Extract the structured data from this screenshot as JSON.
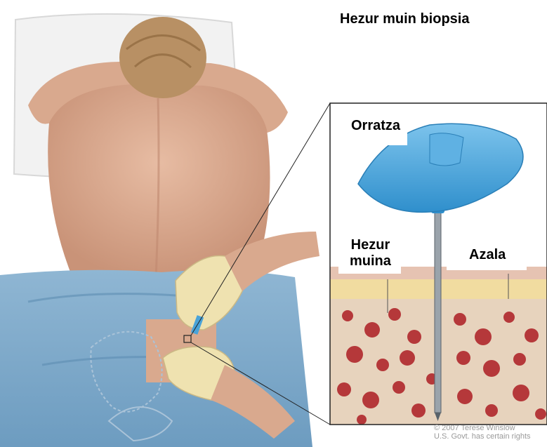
{
  "title": "Hezur muin biopsia",
  "labels": {
    "needle": "Orratza",
    "marrow_line1": "Hezur",
    "marrow_line2": "muina",
    "skin": "Azala"
  },
  "credit": {
    "line1": "© 2007 Terese Winslow",
    "line2": "U.S. Govt. has certain rights"
  },
  "colors": {
    "skin": "#d9a98e",
    "hair": "#b89064",
    "drape": "#7ea9c9",
    "glove": "#efe2b0",
    "needle_handle": "#4aa3d8",
    "bone": "#e7d3bd",
    "marrow_spots": "#b5383a",
    "fat_layer": "#f1dca0"
  }
}
